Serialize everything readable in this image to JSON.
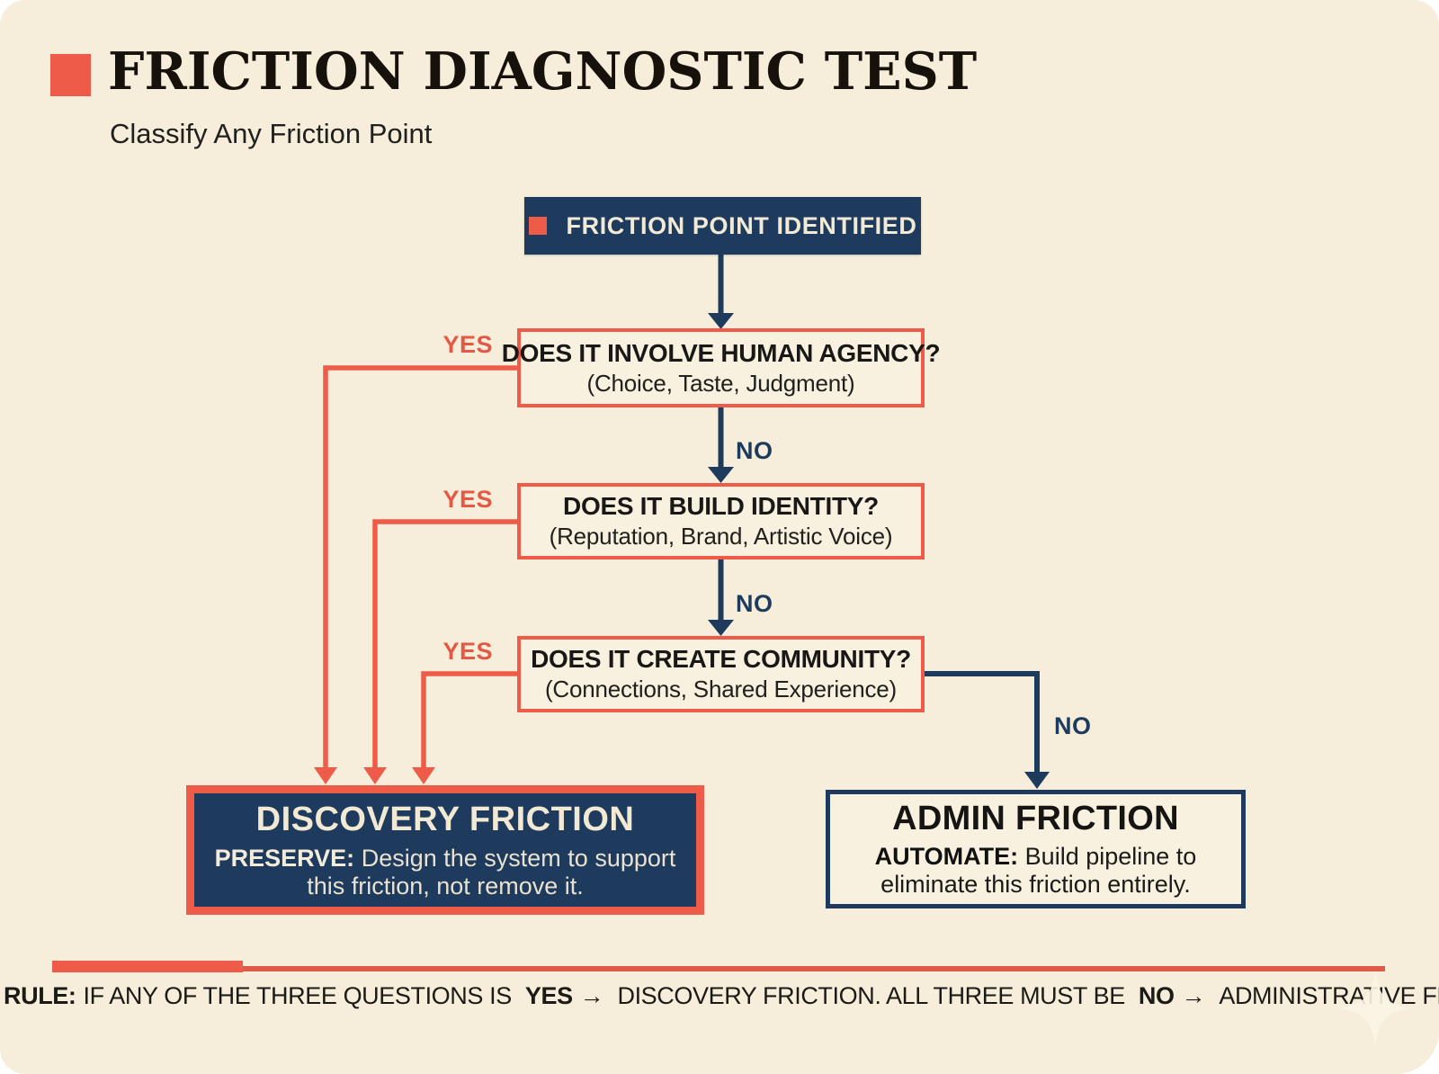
{
  "colors": {
    "page_background": "#ffffff",
    "card_background": "#f6eeda",
    "accent_orange": "#ee5c49",
    "navy": "#1e3a5c",
    "box_fill_cream": "#f8f1df",
    "cream_text": "#f1e9d3",
    "dark_text": "#17110b"
  },
  "header": {
    "title": "FRICTION DIAGNOSTIC TEST",
    "subtitle": "Classify Any Friction Point"
  },
  "flow": {
    "start": "FRICTION POINT IDENTIFIED",
    "yes_label": "YES",
    "no_label": "NO",
    "questions": [
      {
        "q": "DOES IT INVOLVE HUMAN AGENCY?",
        "hint": "(Choice, Taste, Judgment)"
      },
      {
        "q": "DOES IT BUILD IDENTITY?",
        "hint": "(Reputation, Brand, Artistic Voice)"
      },
      {
        "q": "DOES IT CREATE COMMUNITY?",
        "hint": "(Connections, Shared Experience)"
      }
    ],
    "discovery": {
      "title": "DISCOVERY FRICTION",
      "verb": "PRESERVE:",
      "text": "Design the system to support this friction, not remove it."
    },
    "admin": {
      "title": "ADMIN FRICTION",
      "verb": "AUTOMATE:",
      "text": "Build pipeline to eliminate this friction entirely."
    }
  },
  "footer": {
    "rule_label": "RULE:",
    "rule_part1": "IF ANY OF THE THREE QUESTIONS IS",
    "rule_yes": "YES",
    "rule_arrow1": "→",
    "rule_part2": "DISCOVERY FRICTION. ALL THREE MUST BE",
    "rule_no": "NO",
    "rule_arrow2": "→",
    "rule_part3": "ADMINISTRATIVE FRICTION."
  }
}
